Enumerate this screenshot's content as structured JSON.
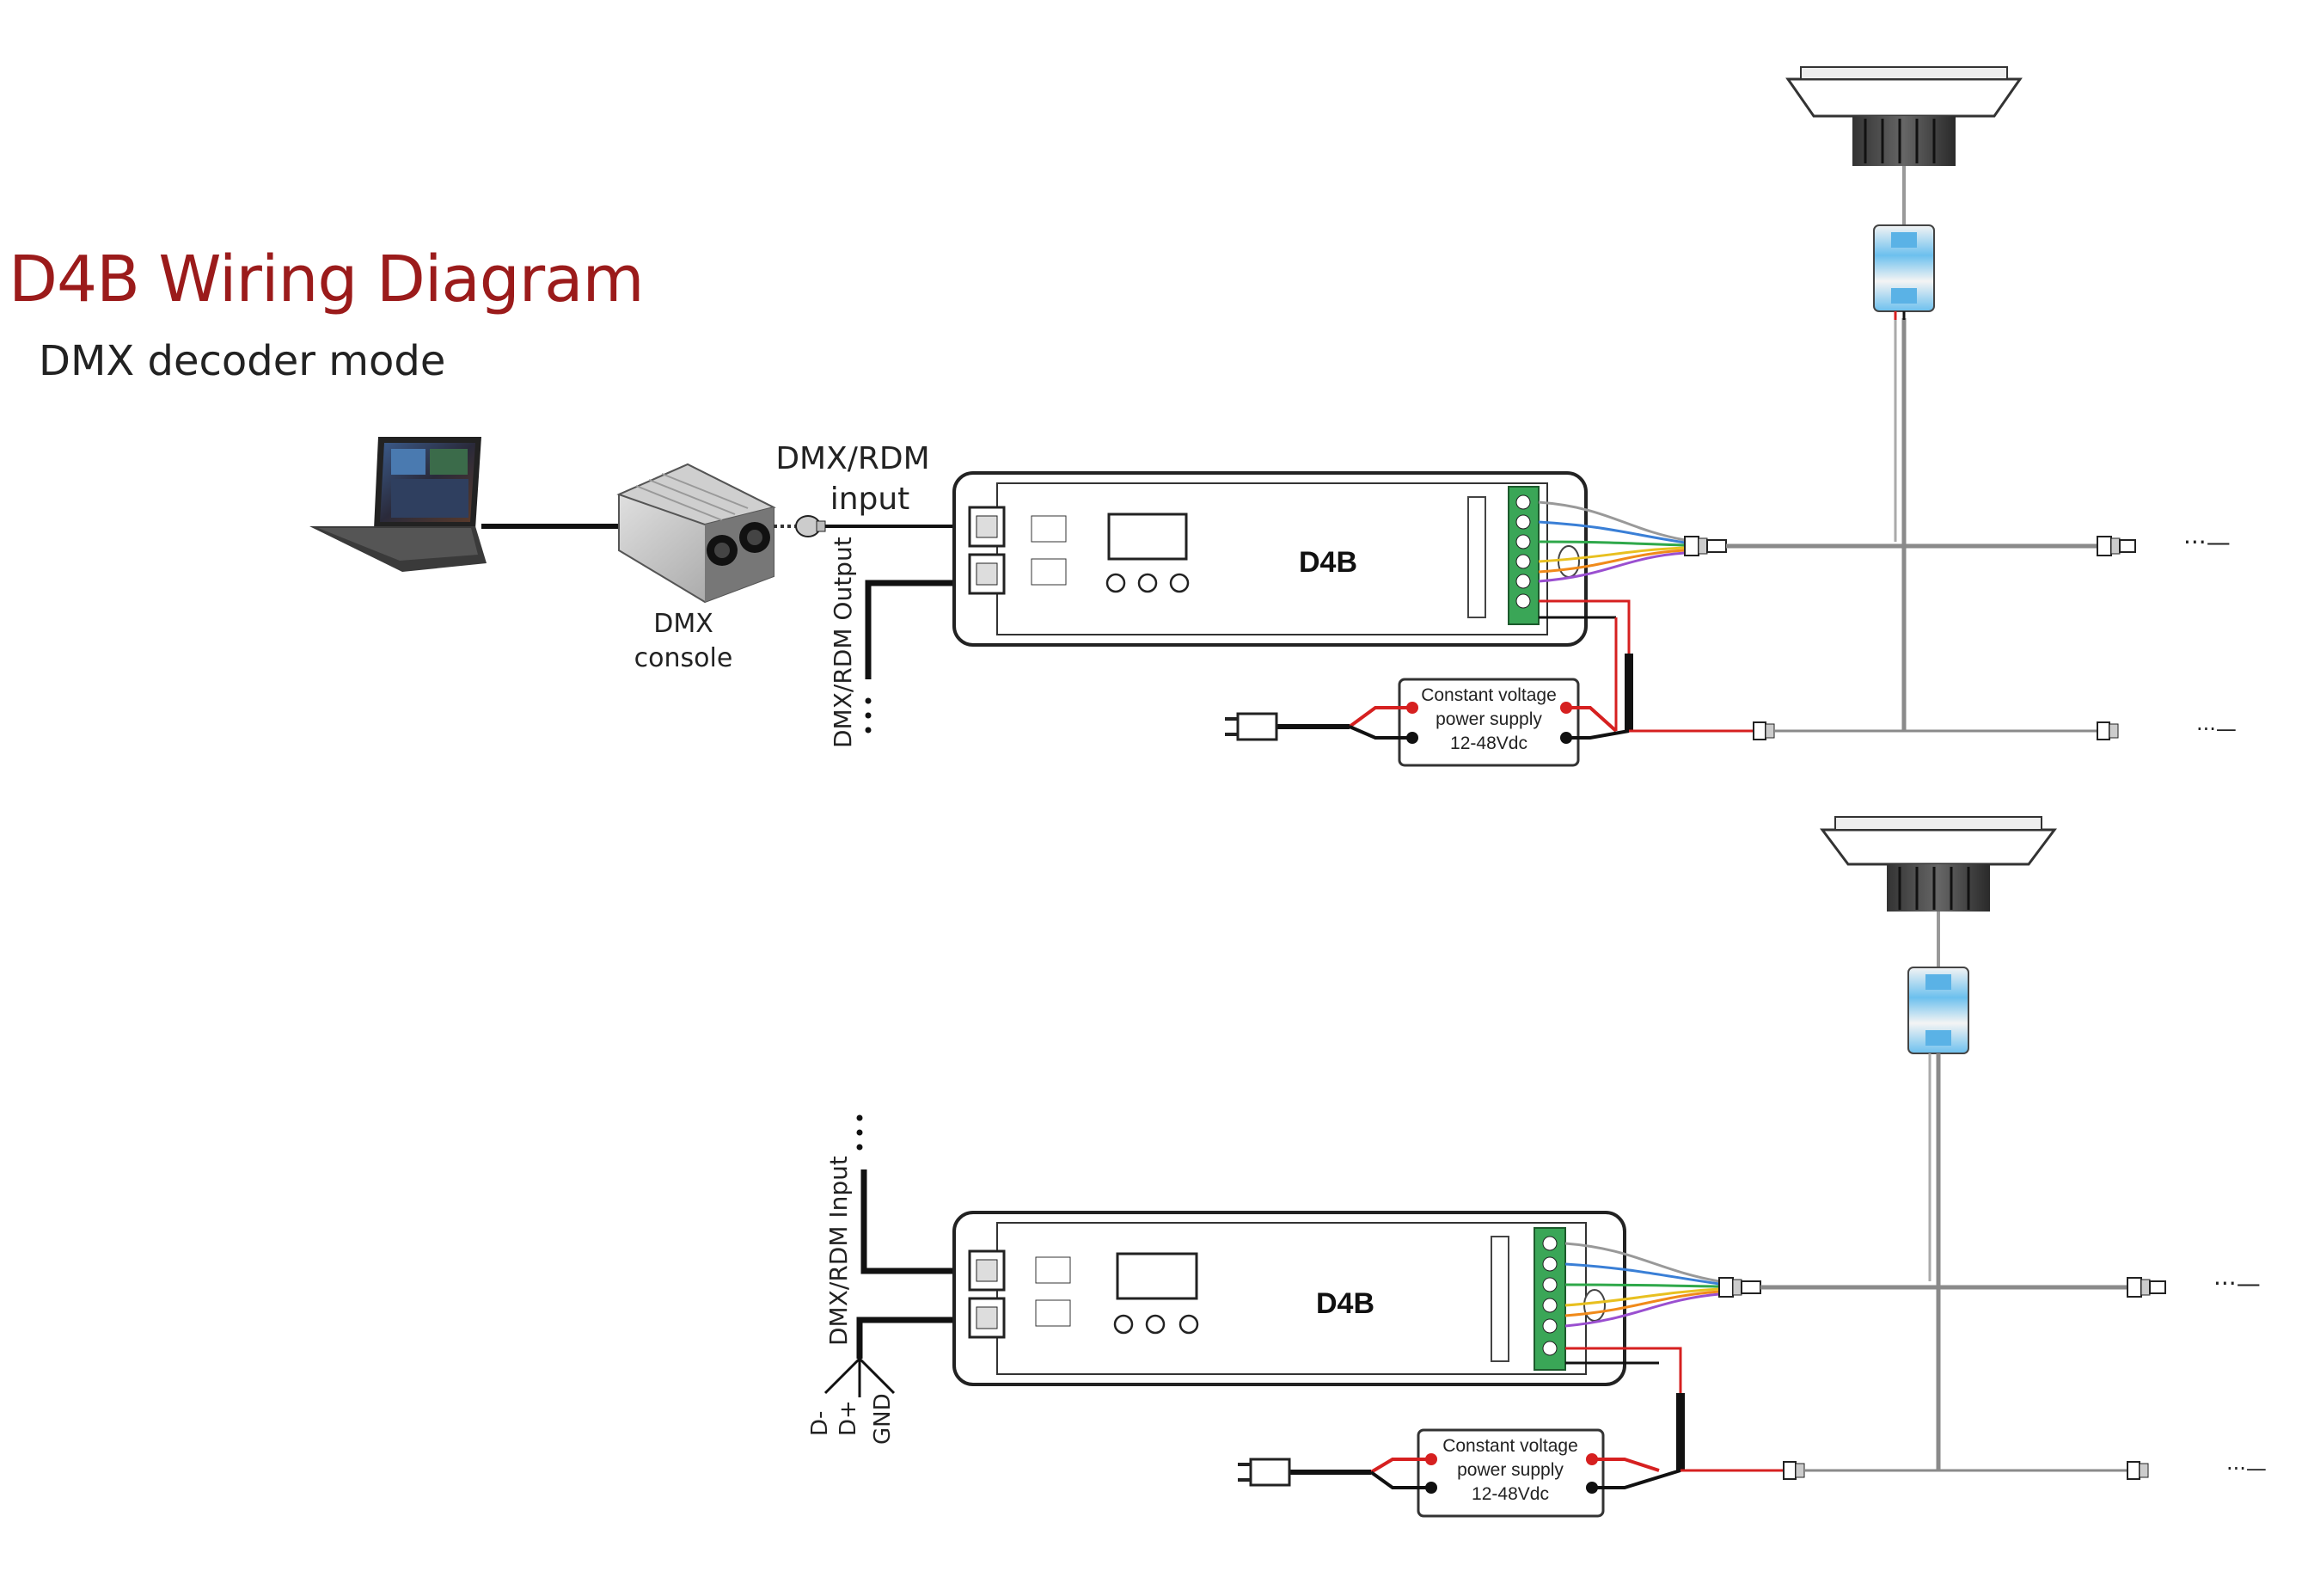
{
  "header": {
    "title": "D4B Wiring Diagram",
    "subtitle": "DMX decoder mode"
  },
  "labels": {
    "dmx_console": [
      "DMX",
      "console"
    ],
    "dmx_rdm_input_top": [
      "DMX/RDM",
      "input"
    ],
    "dmx_rdm_output": "DMX/RDM Output",
    "dmx_rdm_input_vertical": "DMX/RDM Input",
    "pin_d_minus": "D-",
    "pin_d_plus": "D+",
    "pin_gnd": "GND",
    "ellipsis": "...",
    "long_ellipsis": "···—"
  },
  "decoder": {
    "model": "D4B"
  },
  "power_supply": {
    "line1": "Constant voltage",
    "line2": "power supply",
    "line3": "12-48Vdc"
  },
  "colors": {
    "title": "#9b1b1b",
    "wire_red": "#d62020",
    "wire_black": "#111111",
    "wire_blue": "#3a7fd6",
    "wire_green": "#2fa84a",
    "wire_yellow": "#e8c020",
    "wire_orange": "#f08a1a",
    "wire_purple": "#9a4fd0",
    "terminal_green": "#3aa657",
    "cable_grey": "#8a8a8a",
    "driver_blue": "#5ab2e6"
  }
}
